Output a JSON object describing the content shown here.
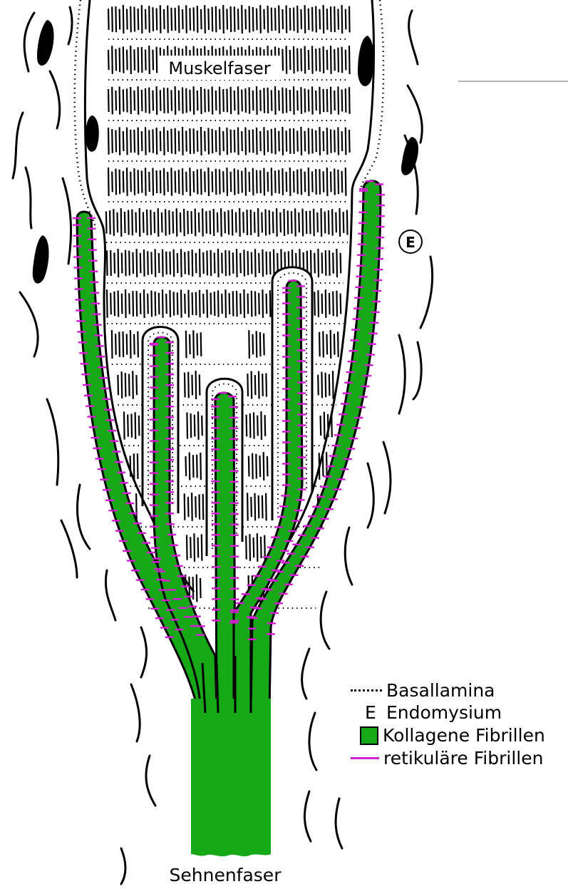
{
  "labels": {
    "muscle_fiber": "Muskelfaser",
    "tendon_fiber": "Sehnenfaser",
    "endomysium_marker": "E"
  },
  "legend": [
    {
      "key": "basal",
      "symbol": "dotted-line",
      "label": "Basallamina"
    },
    {
      "key": "endo",
      "symbol": "E",
      "label": "Endomysium"
    },
    {
      "key": "collagen",
      "symbol": "green-square",
      "label": "Kollagene Fibrillen"
    },
    {
      "key": "reticular",
      "symbol": "magenta-line",
      "label": "retikuläre Fibrillen"
    }
  ],
  "colors": {
    "collagen": "#16a816",
    "reticular": "#d21fd2",
    "ink": "#000000",
    "background": "#ffffff"
  }
}
